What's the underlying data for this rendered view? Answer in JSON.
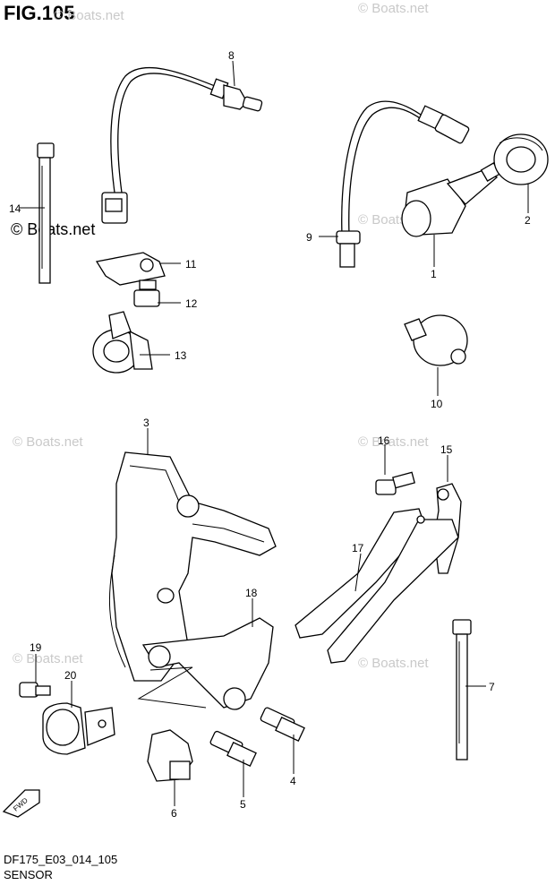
{
  "figure": {
    "title": "FIG.105"
  },
  "footer": {
    "code": "DF175_E03_014_105",
    "name": "SENSOR"
  },
  "watermarks": {
    "small": "© Boats.net",
    "big": "© Boats.net"
  },
  "part_numbers": {
    "p1": "1",
    "p2": "2",
    "p3": "3",
    "p4": "4",
    "p5": "5",
    "p6": "6",
    "p7": "7",
    "p8": "8",
    "p9": "9",
    "p10": "10",
    "p11": "11",
    "p12": "12",
    "p13": "13",
    "p14": "14",
    "p15": "15",
    "p16": "16",
    "p17": "17",
    "p18": "18",
    "p19": "19",
    "p20": "20"
  },
  "fwd_label": "FWD"
}
